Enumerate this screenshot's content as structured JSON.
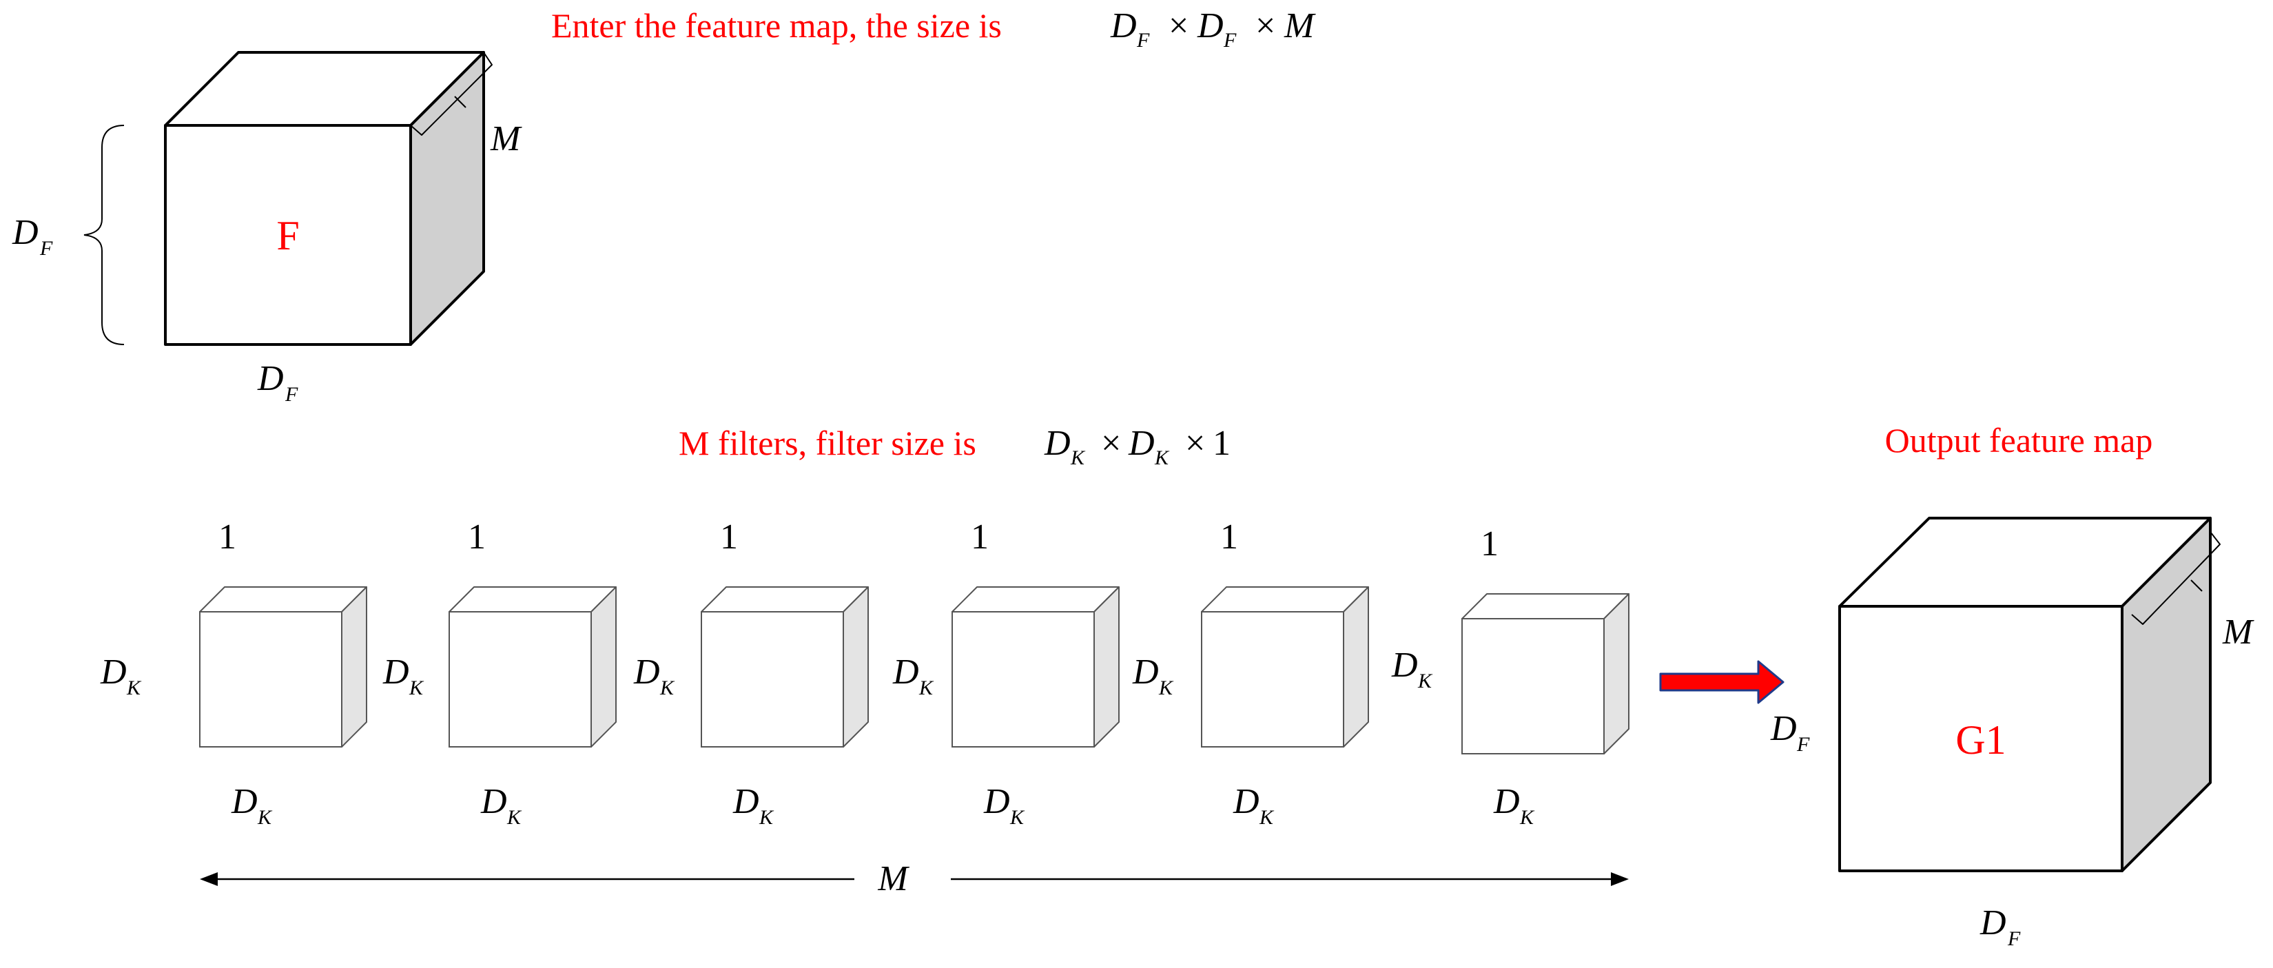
{
  "input_caption": {
    "text": "Enter the feature map, the size is",
    "formula": {
      "a": "D",
      "a_sub": "F",
      "op1": "×",
      "b": "D",
      "b_sub": "F",
      "op2": "×",
      "c": "M"
    }
  },
  "input_cube": {
    "center_label": "F",
    "height_label": {
      "main": "D",
      "sub": "F"
    },
    "width_label": {
      "main": "D",
      "sub": "F"
    },
    "depth_label": "M"
  },
  "filters_caption": {
    "text": "M filters, filter size is",
    "formula": {
      "a": "D",
      "a_sub": "K",
      "op1": "×",
      "b": "D",
      "b_sub": "K",
      "op2": "×",
      "c": "1"
    }
  },
  "filters": [
    {
      "depth_label": "1",
      "height_label": {
        "main": "D",
        "sub": "K"
      },
      "width_label": {
        "main": "D",
        "sub": "K"
      }
    },
    {
      "depth_label": "1",
      "height_label": {
        "main": "D",
        "sub": "K"
      },
      "width_label": {
        "main": "D",
        "sub": "K"
      }
    },
    {
      "depth_label": "1",
      "height_label": {
        "main": "D",
        "sub": "K"
      },
      "width_label": {
        "main": "D",
        "sub": "K"
      }
    },
    {
      "depth_label": "1",
      "height_label": {
        "main": "D",
        "sub": "K"
      },
      "width_label": {
        "main": "D",
        "sub": "K"
      }
    },
    {
      "depth_label": "1",
      "height_label": {
        "main": "D",
        "sub": "K"
      },
      "width_label": {
        "main": "D",
        "sub": "K"
      }
    },
    {
      "depth_label": "1",
      "height_label": {
        "main": "D",
        "sub": "K"
      },
      "width_label": {
        "main": "D",
        "sub": "K"
      }
    }
  ],
  "span_label": "M",
  "output_caption": "Output feature map",
  "output_cube": {
    "center_label": "G1",
    "height_label": {
      "main": "D",
      "sub": "F"
    },
    "width_label": {
      "main": "D",
      "sub": "F"
    },
    "depth_label": "M"
  },
  "colors": {
    "accent_text": "#ff0000",
    "arrow_fill": "#ff0000",
    "arrow_stroke": "#1f3a8a",
    "big_cube_side": "#d0d0d0",
    "small_cube_side": "#e4e4e4"
  }
}
